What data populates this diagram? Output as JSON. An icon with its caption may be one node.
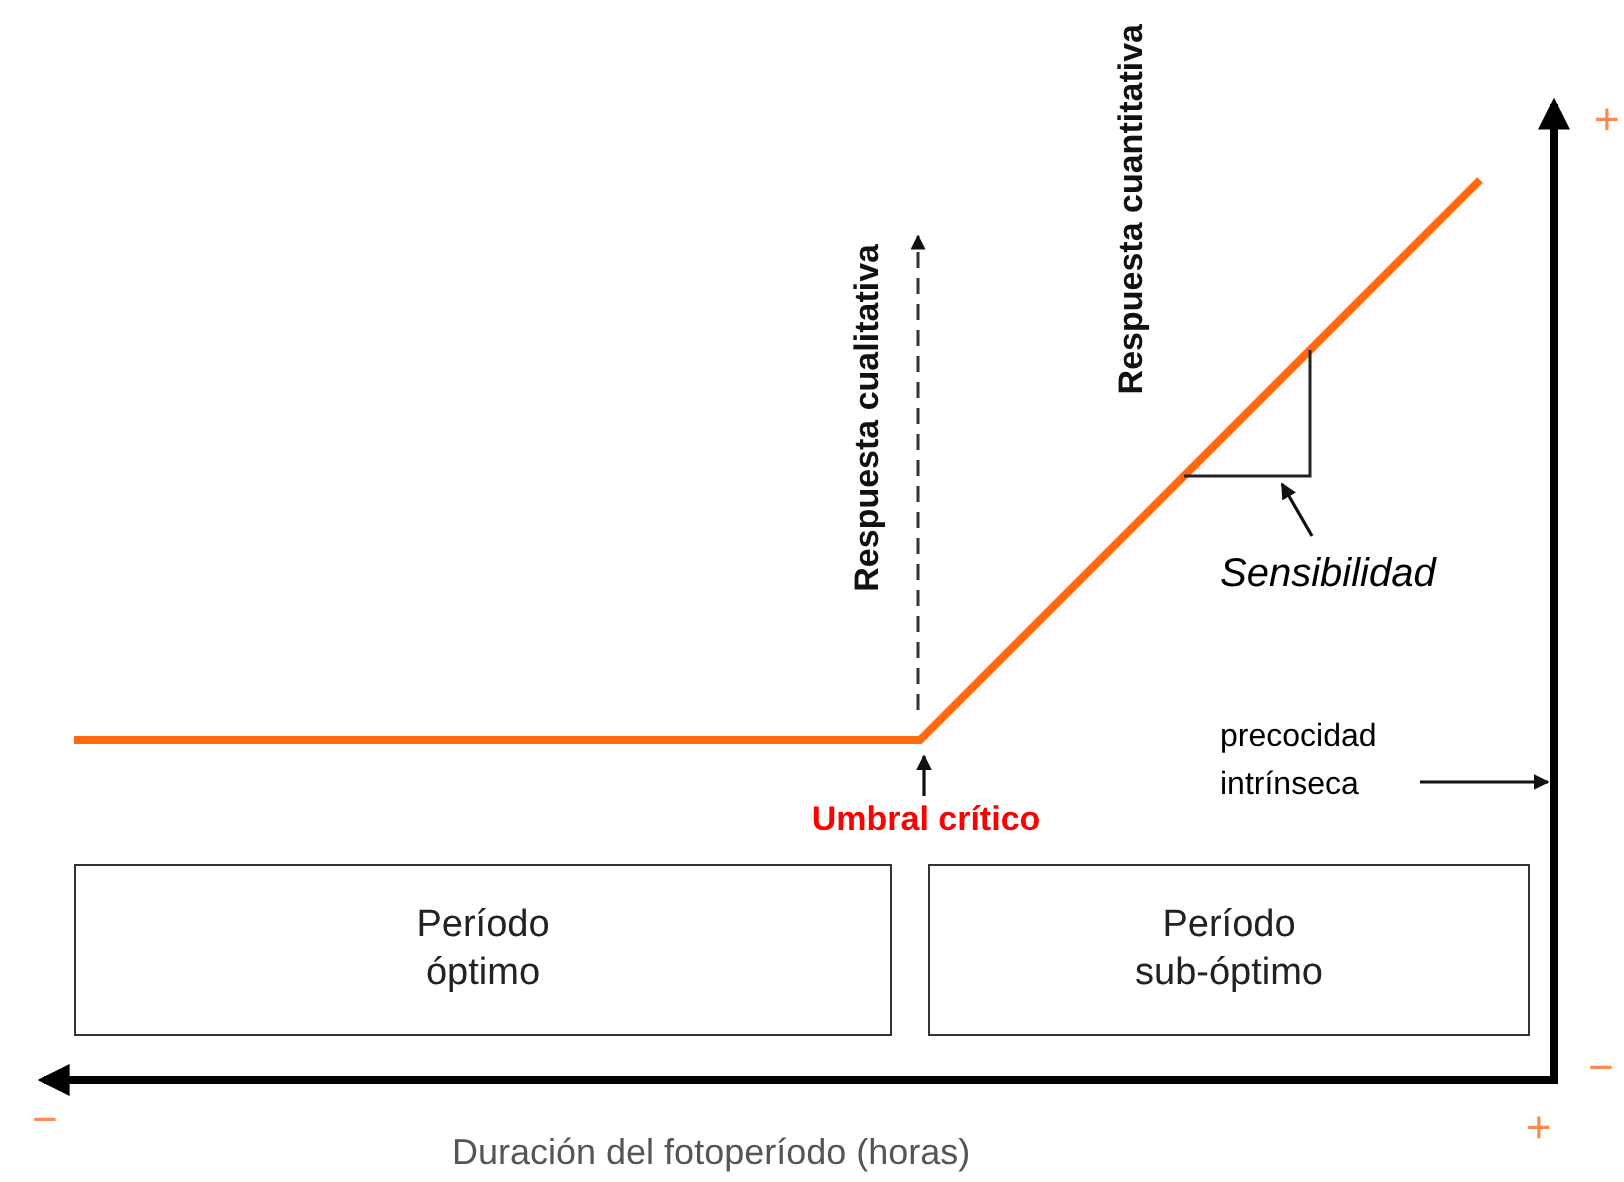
{
  "diagram": {
    "nodes": [
      {
        "text": [
          "Período óptimo"
        ]
      },
      {
        "text": [
          "Período sub-óptimo"
        ]
      },
      {
        "text": [
          "Umbral crítico"
        ]
      },
      {
        "text": [
          "Sensibilidad"
        ]
      },
      {
        "text": [],
        "shape": "triangle"
      },
      {
        "text": [
          "precocidad intrínseca"
        ]
      }
    ],
    "edges": [
      {
        "from": 2,
        "to": null,
        "arrow": "to"
      },
      {
        "from": 3,
        "to": 4,
        "arrow": "to"
      },
      {
        "from": 5,
        "to": null,
        "arrow": "to"
      }
    ],
    "labels": [
      "+",
      "Respuesta cuantitativa",
      "Respuesta cualitativa",
      "−",
      "+",
      "−",
      "Duración del fotoperíodo (horas)"
    ]
  }
}
